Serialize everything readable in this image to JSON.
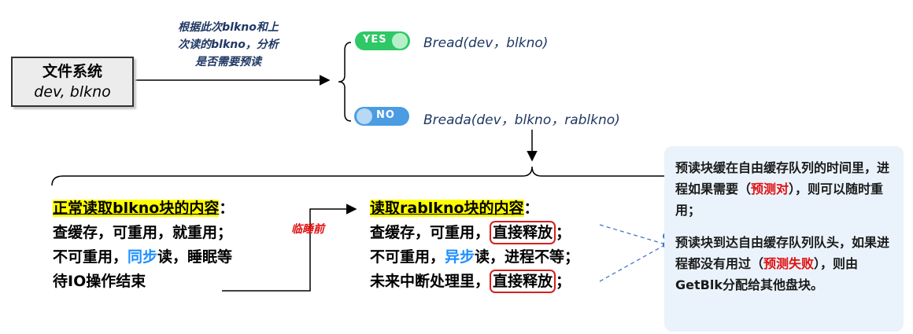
{
  "filesystem": {
    "title": "文件系统",
    "params": "dev, blkno"
  },
  "analysis": {
    "lines": [
      "根据此次blkno和上",
      "次读的blkno，分析",
      "是否需要预读"
    ]
  },
  "yes_branch": {
    "toggle_label": "YES",
    "function": "Bread(dev，blkno)",
    "toggle_color": "#2ec866"
  },
  "no_branch": {
    "toggle_label": "NO",
    "function": "Breada(dev，blkno，rablkno)",
    "toggle_color": "#4b9ce2"
  },
  "left_block": {
    "heading": "正常读取blkno块的内容",
    "colon": "：",
    "line1": "查缓存，可重用，就重用；",
    "line2_pre": "不可重用，",
    "line2_hl": "同步",
    "line2_post": "读，睡眠等",
    "line3": "待IO操作结束"
  },
  "sleep_label": "临睡前",
  "right_block": {
    "heading": "读取rablkno块的内容",
    "colon": "：",
    "line1_pre": "查缓存，可重用，",
    "line1_boxed": "直接释放",
    "line1_post": "；",
    "line2_pre": "不可重用，",
    "line2_hl": "异步",
    "line2_post": "读，进程不等；",
    "line3_pre": "未来中断处理里，",
    "line3_boxed": "直接释放",
    "line3_post": "；"
  },
  "note": {
    "p1_pre": "预读块缓在自由缓存队列的时间里，进程如果需要（",
    "p1_red": "预测对",
    "p1_post": "），则可以随时重用；",
    "p2_pre": "预读块到达自由缓存队列队头，如果进程都没有用过（",
    "p2_red": "预测失败",
    "p2_post": "），则由GetBlk分配给其他盘块。"
  },
  "colors": {
    "highlight": "#ffff00",
    "accent_red": "#e01010",
    "accent_blue": "#1e90ff",
    "note_bg": "#eaf3fb"
  }
}
